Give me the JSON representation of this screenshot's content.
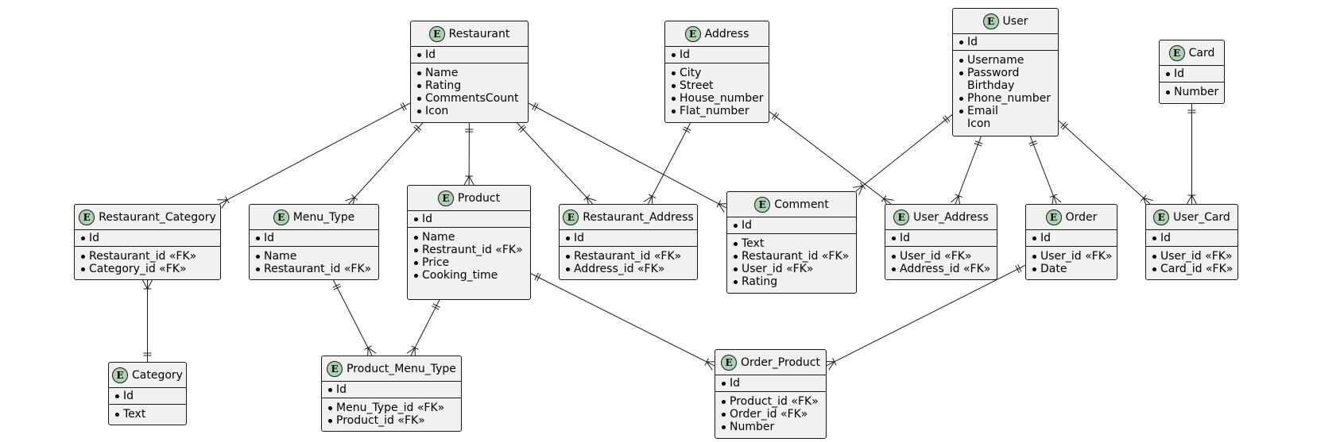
{
  "entities": {
    "restaurant": {
      "badge": "E",
      "title": "Restaurant",
      "key": "Id",
      "attrs": [
        {
          "t": "Name",
          "b": true
        },
        {
          "t": "Rating",
          "b": true
        },
        {
          "t": "CommentsCount",
          "b": true
        },
        {
          "t": "Icon",
          "b": true
        }
      ]
    },
    "address": {
      "badge": "E",
      "title": "Address",
      "key": "Id",
      "attrs": [
        {
          "t": "City",
          "b": true
        },
        {
          "t": "Street",
          "b": true
        },
        {
          "t": "House_number",
          "b": true
        },
        {
          "t": "Flat_number",
          "b": true
        }
      ]
    },
    "user": {
      "badge": "E",
      "title": "User",
      "key": "Id",
      "attrs": [
        {
          "t": "Username",
          "b": true
        },
        {
          "t": "Password",
          "b": true
        },
        {
          "t": "Birthday",
          "b": false
        },
        {
          "t": "Phone_number",
          "b": true
        },
        {
          "t": "Email",
          "b": true
        },
        {
          "t": "Icon",
          "b": false
        }
      ]
    },
    "card": {
      "badge": "E",
      "title": "Card",
      "key": "Id",
      "attrs": [
        {
          "t": "Number",
          "b": true
        }
      ]
    },
    "restaurant_category": {
      "badge": "E",
      "title": "Restaurant_Category",
      "key": "Id",
      "attrs": [
        {
          "t": "Restaurant_id «FK»",
          "b": true
        },
        {
          "t": "Category_id «FK»",
          "b": true
        }
      ]
    },
    "menu_type": {
      "badge": "E",
      "title": "Menu_Type",
      "key": "Id",
      "attrs": [
        {
          "t": "Name",
          "b": true
        },
        {
          "t": "Restaurant_id «FK»",
          "b": true
        }
      ]
    },
    "product": {
      "badge": "E",
      "title": "Product",
      "key": "Id",
      "attrs": [
        {
          "t": "Name",
          "b": true
        },
        {
          "t": "Restraunt_id «FK»",
          "b": true
        },
        {
          "t": "Price",
          "b": true
        },
        {
          "t": "Cooking_time",
          "b": true
        }
      ]
    },
    "restaurant_address": {
      "badge": "E",
      "title": "Restaurant_Address",
      "key": "Id",
      "attrs": [
        {
          "t": "Restaurant_id «FK»",
          "b": true
        },
        {
          "t": "Address_id «FK»",
          "b": true
        }
      ]
    },
    "comment": {
      "badge": "E",
      "title": "Comment",
      "key": "Id",
      "attrs": [
        {
          "t": "Text",
          "b": true
        },
        {
          "t": "Restaurant_id «FK»",
          "b": true
        },
        {
          "t": "User_id «FK»",
          "b": true
        },
        {
          "t": "Rating",
          "b": true
        }
      ]
    },
    "user_address": {
      "badge": "E",
      "title": "User_Address",
      "key": "Id",
      "attrs": [
        {
          "t": "User_id «FK»",
          "b": true
        },
        {
          "t": "Address_id «FK»",
          "b": true
        }
      ]
    },
    "order": {
      "badge": "E",
      "title": "Order",
      "key": "Id",
      "attrs": [
        {
          "t": "User_id «FK»",
          "b": true
        },
        {
          "t": "Date",
          "b": true
        }
      ]
    },
    "user_card": {
      "badge": "E",
      "title": "User_Card",
      "key": "Id",
      "attrs": [
        {
          "t": "User_id «FK»",
          "b": true
        },
        {
          "t": "Card_id «FK»",
          "b": true
        }
      ]
    },
    "category": {
      "badge": "E",
      "title": "Category",
      "key": "Id",
      "attrs": [
        {
          "t": "Text",
          "b": true
        }
      ]
    },
    "product_menu_type": {
      "badge": "E",
      "title": "Product_Menu_Type",
      "key": "Id",
      "attrs": [
        {
          "t": "Menu_Type_id «FK»",
          "b": true
        },
        {
          "t": "Product_id «FK»",
          "b": true
        }
      ]
    },
    "order_product": {
      "badge": "E",
      "title": "Order_Product",
      "key": "Id",
      "attrs": [
        {
          "t": "Product_id «FK»",
          "b": true
        },
        {
          "t": "Order_id «FK»",
          "b": true
        },
        {
          "t": "Number",
          "b": true
        }
      ]
    }
  },
  "relations": [
    {
      "from": "restaurant",
      "to": "restaurant_category",
      "from_card": "one",
      "to_card": "many"
    },
    {
      "from": "restaurant",
      "to": "menu_type",
      "from_card": "one",
      "to_card": "many"
    },
    {
      "from": "restaurant",
      "to": "product",
      "from_card": "one",
      "to_card": "many"
    },
    {
      "from": "restaurant",
      "to": "restaurant_address",
      "from_card": "one",
      "to_card": "many"
    },
    {
      "from": "restaurant",
      "to": "comment",
      "from_card": "one",
      "to_card": "many"
    },
    {
      "from": "address",
      "to": "restaurant_address",
      "from_card": "one",
      "to_card": "many"
    },
    {
      "from": "address",
      "to": "user_address",
      "from_card": "one",
      "to_card": "many"
    },
    {
      "from": "user",
      "to": "comment",
      "from_card": "one",
      "to_card": "many"
    },
    {
      "from": "user",
      "to": "user_address",
      "from_card": "one",
      "to_card": "many"
    },
    {
      "from": "user",
      "to": "order",
      "from_card": "one",
      "to_card": "many"
    },
    {
      "from": "user",
      "to": "user_card",
      "from_card": "one",
      "to_card": "many"
    },
    {
      "from": "card",
      "to": "user_card",
      "from_card": "one",
      "to_card": "many"
    },
    {
      "from": "category",
      "to": "restaurant_category",
      "from_card": "one",
      "to_card": "many"
    },
    {
      "from": "menu_type",
      "to": "product_menu_type",
      "from_card": "one",
      "to_card": "many"
    },
    {
      "from": "product",
      "to": "product_menu_type",
      "from_card": "one",
      "to_card": "many"
    },
    {
      "from": "product",
      "to": "order_product",
      "from_card": "one",
      "to_card": "many"
    },
    {
      "from": "order",
      "to": "order_product",
      "from_card": "one",
      "to_card": "many"
    }
  ]
}
